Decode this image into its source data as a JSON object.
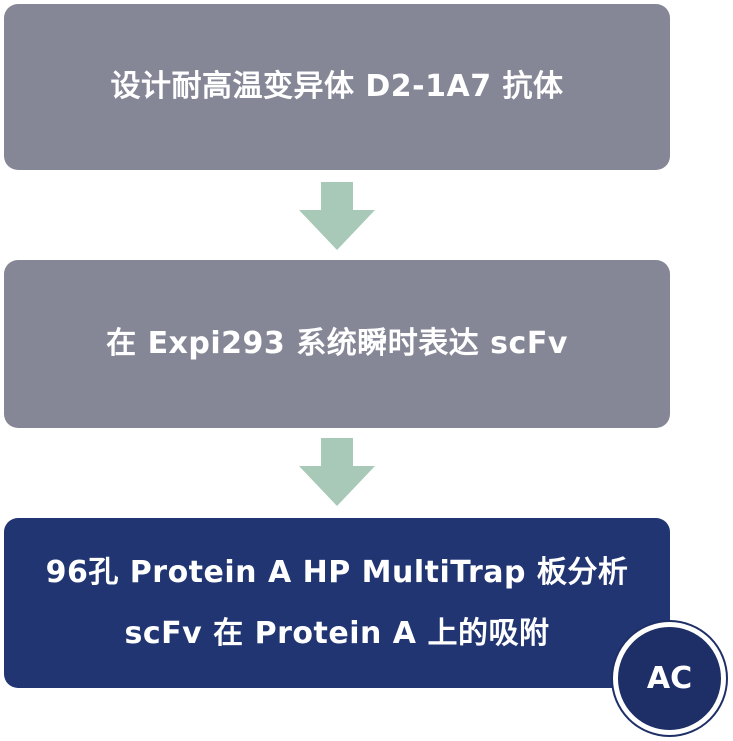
{
  "steps": [
    {
      "lines": [
        "设计耐高温变异体 D2-1A7 抗体"
      ]
    },
    {
      "lines": [
        "在 Expi293 系统瞬时表达 scFv"
      ]
    },
    {
      "lines": [
        "96孔 Protein A HP MultiTrap 板分析",
        "scFv 在 Protein A 上的吸附"
      ]
    }
  ],
  "badge": {
    "label": "AC"
  },
  "colors": {
    "gray_box": "#868796",
    "navy_box": "#213573",
    "arrow": "#a9c9b8",
    "text": "#ffffff"
  },
  "icons": {
    "arrow": "arrow-down-icon"
  }
}
